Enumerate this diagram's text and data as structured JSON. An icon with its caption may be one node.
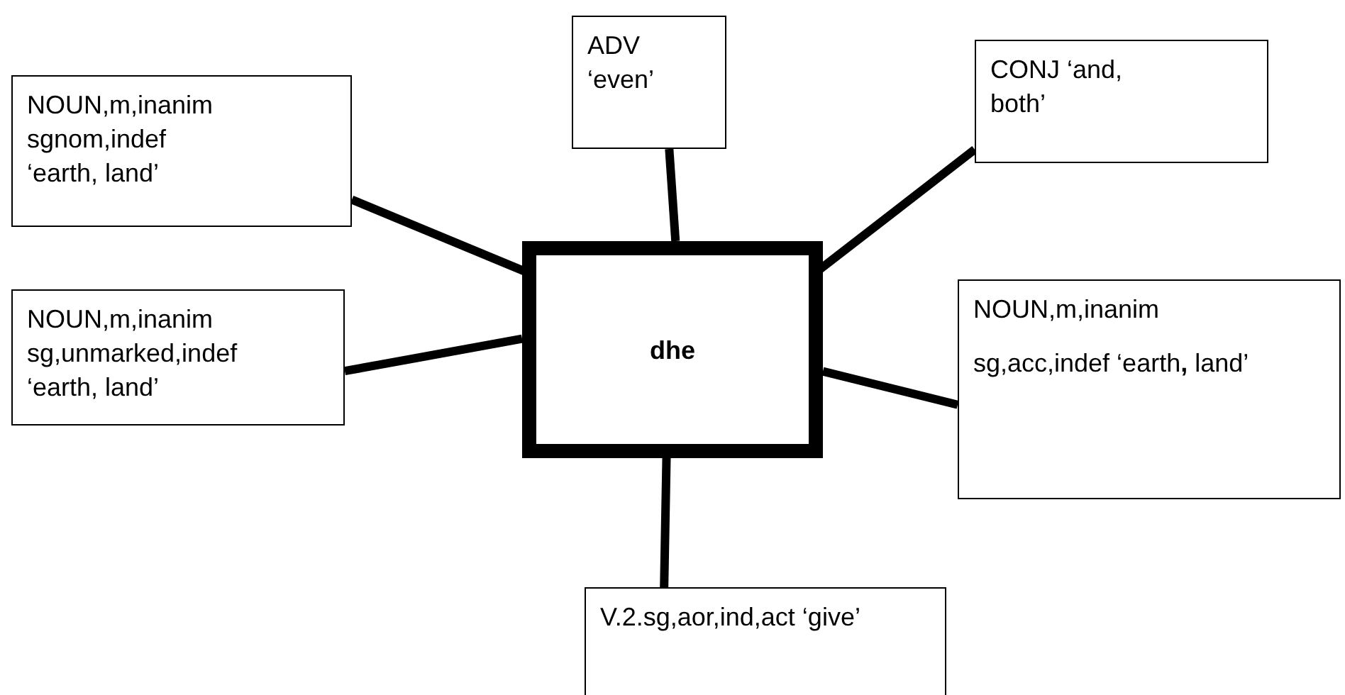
{
  "diagram": {
    "nodes": [
      {
        "text": [
          "NOUN,m,inanim sgnom,indef ‘earth, land’"
        ]
      },
      {
        "text": [
          "ADV ‘even’"
        ]
      },
      {
        "text": [
          "CONJ ‘and, both’"
        ]
      },
      {
        "text": [
          "NOUN,m,inanim sg,unmarked,indef ‘earth, land’"
        ]
      },
      {
        "text": [
          "dhe"
        ]
      },
      {
        "text": [
          "NOUN,m,inanim",
          "sg,acc,indef ‘earth**,** land’"
        ]
      },
      {
        "text": [
          "V.2.sg,aor,ind,act ‘give’"
        ]
      }
    ],
    "edges": [
      {
        "from": 4,
        "to": 0,
        "arrow": "none"
      },
      {
        "from": 4,
        "to": 1,
        "arrow": "none"
      },
      {
        "from": 4,
        "to": 2,
        "arrow": "none"
      },
      {
        "from": 4,
        "to": 3,
        "arrow": "none"
      },
      {
        "from": 4,
        "to": 5,
        "arrow": "none"
      },
      {
        "from": 4,
        "to": 6,
        "arrow": "none"
      }
    ]
  }
}
